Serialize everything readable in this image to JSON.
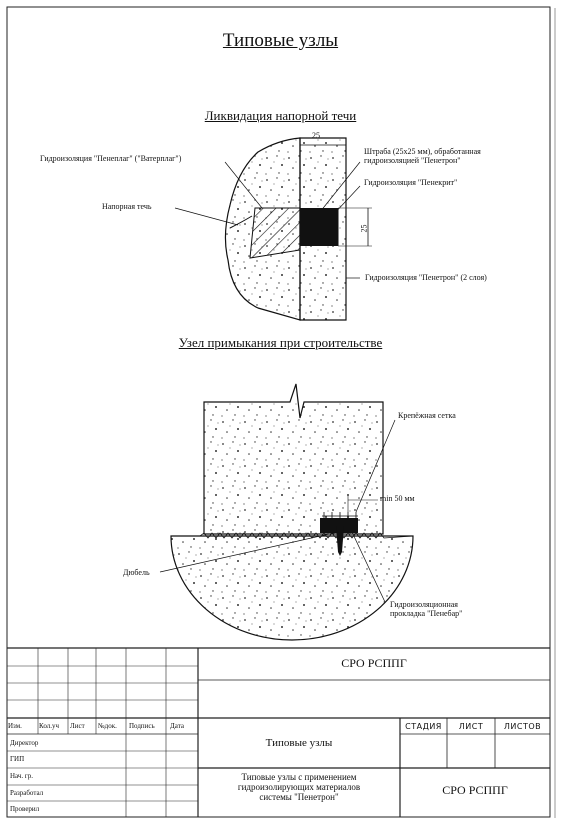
{
  "page_title": "Типовые узлы",
  "section1": {
    "title": "Ликвидация напорной течи",
    "dim_width": "25",
    "dim_height": "25",
    "labels": {
      "plug": "Гидроизоляция \"Пенеплаг\" (\"Ватерплаг\")",
      "leak": "Напорная течь",
      "groove_line1": "Штраба (25x25 мм), обработанная",
      "groove_line2": "гидроизоляцией \"Пенетрон\"",
      "penekrit": "Гидроизоляция \"Пенекрит\"",
      "penetron": "Гидроизоляция \"Пенетрон\" (2 слоя)"
    }
  },
  "section2": {
    "title": "Узел примыкания при строительстве",
    "labels": {
      "mesh": "Крепёжная сетка",
      "min": "min 50 мм",
      "dowel": "Дюбель",
      "gasket_line1": "Гидроизоляционная",
      "gasket_line2": "прокладка \"Пенебар\""
    }
  },
  "stamp": {
    "org_top": "СРО РСППГ",
    "headers": [
      "Изм.",
      "Кол.уч",
      "Лист",
      "№док.",
      "Подпись",
      "Дата"
    ],
    "roles": [
      "Директор",
      "ГИП",
      "Нач. гр.",
      "Разработал",
      "Проверил"
    ],
    "stage_headers": [
      "СТАДИЯ",
      "ЛИСТ",
      "ЛИСТОВ"
    ],
    "title": "Типовые узлы",
    "desc_line1": "Типовые узлы с применением",
    "desc_line2": "гидроизолирующих материалов",
    "desc_line3": "системы \"Пенетрон\"",
    "org_bottom": "СРО РСППГ"
  }
}
